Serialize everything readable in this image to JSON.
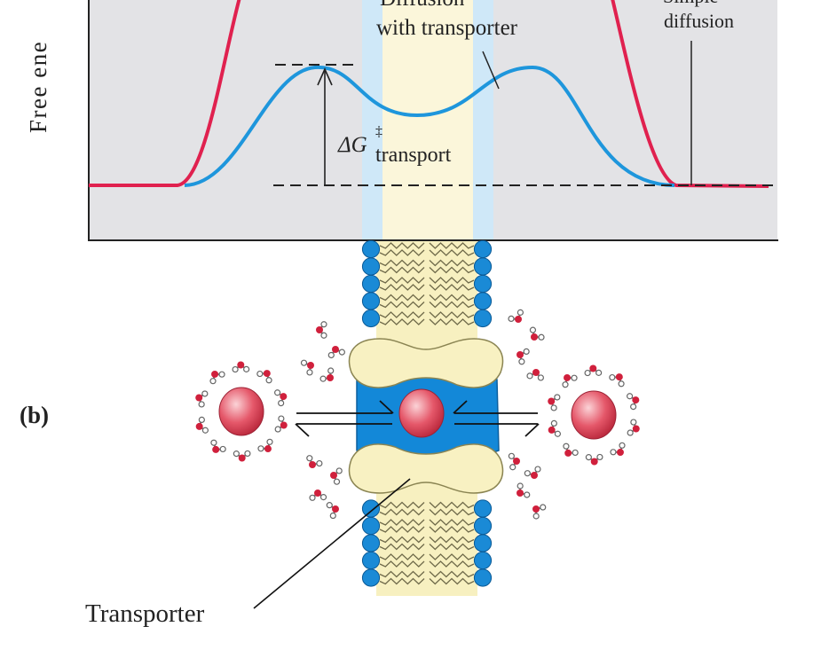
{
  "figure": {
    "y_axis_label": "Free ene",
    "transporter_label_line1": "Diffusion",
    "transporter_label_line2": "with transporter",
    "simple_label_line1": "Simple",
    "simple_label_line2": "diffusion",
    "delta_g_symbol": "ΔG",
    "delta_g_dagger": "‡",
    "delta_g_subscript": "transport",
    "panel_b_label": "(b)",
    "transporter_callout": "Transporter"
  },
  "colors": {
    "plot_bg": "#e3e3e6",
    "membrane_outer": "#cfe8f8",
    "membrane_core": "#fbf6da",
    "simple_curve": "#e0214f",
    "transporter_curve": "#1e96dc",
    "head_blue": "#1a8ad6",
    "tail_yellow": "#f7f0c0",
    "solute_red": "#e25563",
    "channel_blue": "#1388d8",
    "water_red": "#d0203c",
    "water_grey": "#777777"
  }
}
